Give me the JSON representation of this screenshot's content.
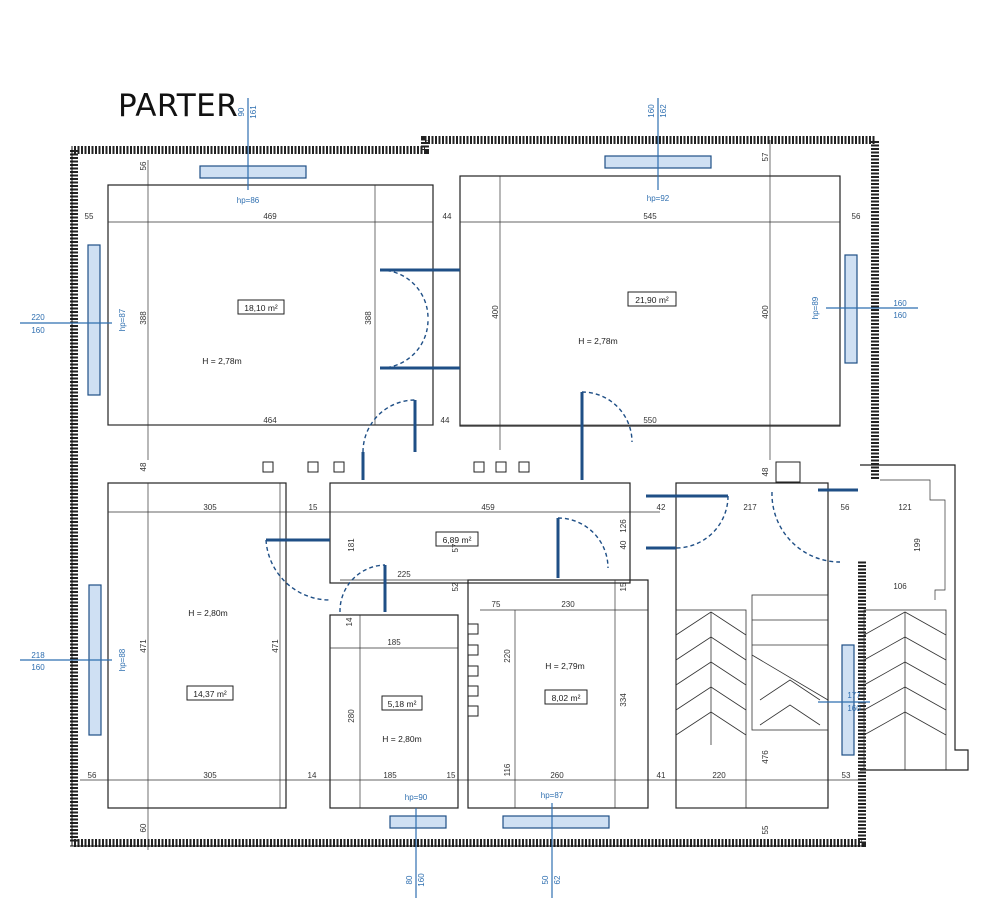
{
  "title": "PARTER",
  "rooms": [
    {
      "area": "18,10 m²",
      "height": "H = 2,78m"
    },
    {
      "area": "21,90 m²",
      "height": "H = 2,78m"
    },
    {
      "area": "14,37 m²",
      "height": "H = 2,80m"
    },
    {
      "area": "6,89 m²",
      "height": ""
    },
    {
      "area": "5,18 m²",
      "height": "H = 2,80m"
    },
    {
      "area": "8,02 m²",
      "height": "H = 2,79m"
    }
  ],
  "dimensions": {
    "top_left_width": "469",
    "top_right_width": "545",
    "top_left_width_bottom": "464",
    "top_right_width_bottom": "550",
    "gap_top": "44",
    "gap_bottom": "44",
    "left_margin": "55",
    "right_margin": "56",
    "left_room_height_a": "388",
    "left_room_height_b": "388",
    "right_room_height_a": "400",
    "right_room_height_b": "400",
    "top_wall": "56",
    "top_wall_right": "57",
    "mid_wall_left": "48",
    "mid_wall_right": "48",
    "bl_width": "305",
    "bl_width_bottom": "305",
    "hall_width": "459",
    "hall_small": "15",
    "hall_height": "181",
    "hall_right_height": "126",
    "wall_42": "42",
    "stair_width": "217",
    "right_small": "56",
    "far_right": "121",
    "far_right_height": "199",
    "far_right_bottom": "106",
    "bath_top": "225",
    "bath_side": "52",
    "bath2_top": "230",
    "bath2_side": "15",
    "bath2_left": "75",
    "wc_width": "185",
    "wc_width_bottom": "185",
    "wc_height": "280",
    "bl_height_a": "471",
    "bl_height_b": "471",
    "bath2_height": "220",
    "bath2_height_b": "334",
    "bottom_left": "56",
    "bottom_wall": "60",
    "bottom_14": "14",
    "bottom_15": "15",
    "bottom_116": "116",
    "bath2_bottom": "260",
    "bottom_41": "41",
    "stair_bottom": "220",
    "stair_height": "476",
    "bottom_right": "53",
    "bottom_55": "55",
    "small_14": "14",
    "small_57": "57",
    "small_40": "40"
  },
  "windows": [
    {
      "hp": "hp=86",
      "axis_top": "90",
      "axis_bottom": "161"
    },
    {
      "hp": "hp=92",
      "axis_top": "160",
      "axis_bottom": "162"
    },
    {
      "hp": "hp=87",
      "axis_top": "220",
      "axis_bottom": "160"
    },
    {
      "hp": "hp=89",
      "axis_top": "160",
      "axis_bottom": "160"
    },
    {
      "hp": "hp=88",
      "axis_top": "218",
      "axis_bottom": "160"
    },
    {
      "hp": "hp=90",
      "axis_top": "80",
      "axis_bottom": "160"
    },
    {
      "hp": "hp=87",
      "axis_top": "50",
      "axis_bottom": "62"
    },
    {
      "hp": "",
      "axis_top": "177",
      "axis_bottom": "160"
    }
  ]
}
